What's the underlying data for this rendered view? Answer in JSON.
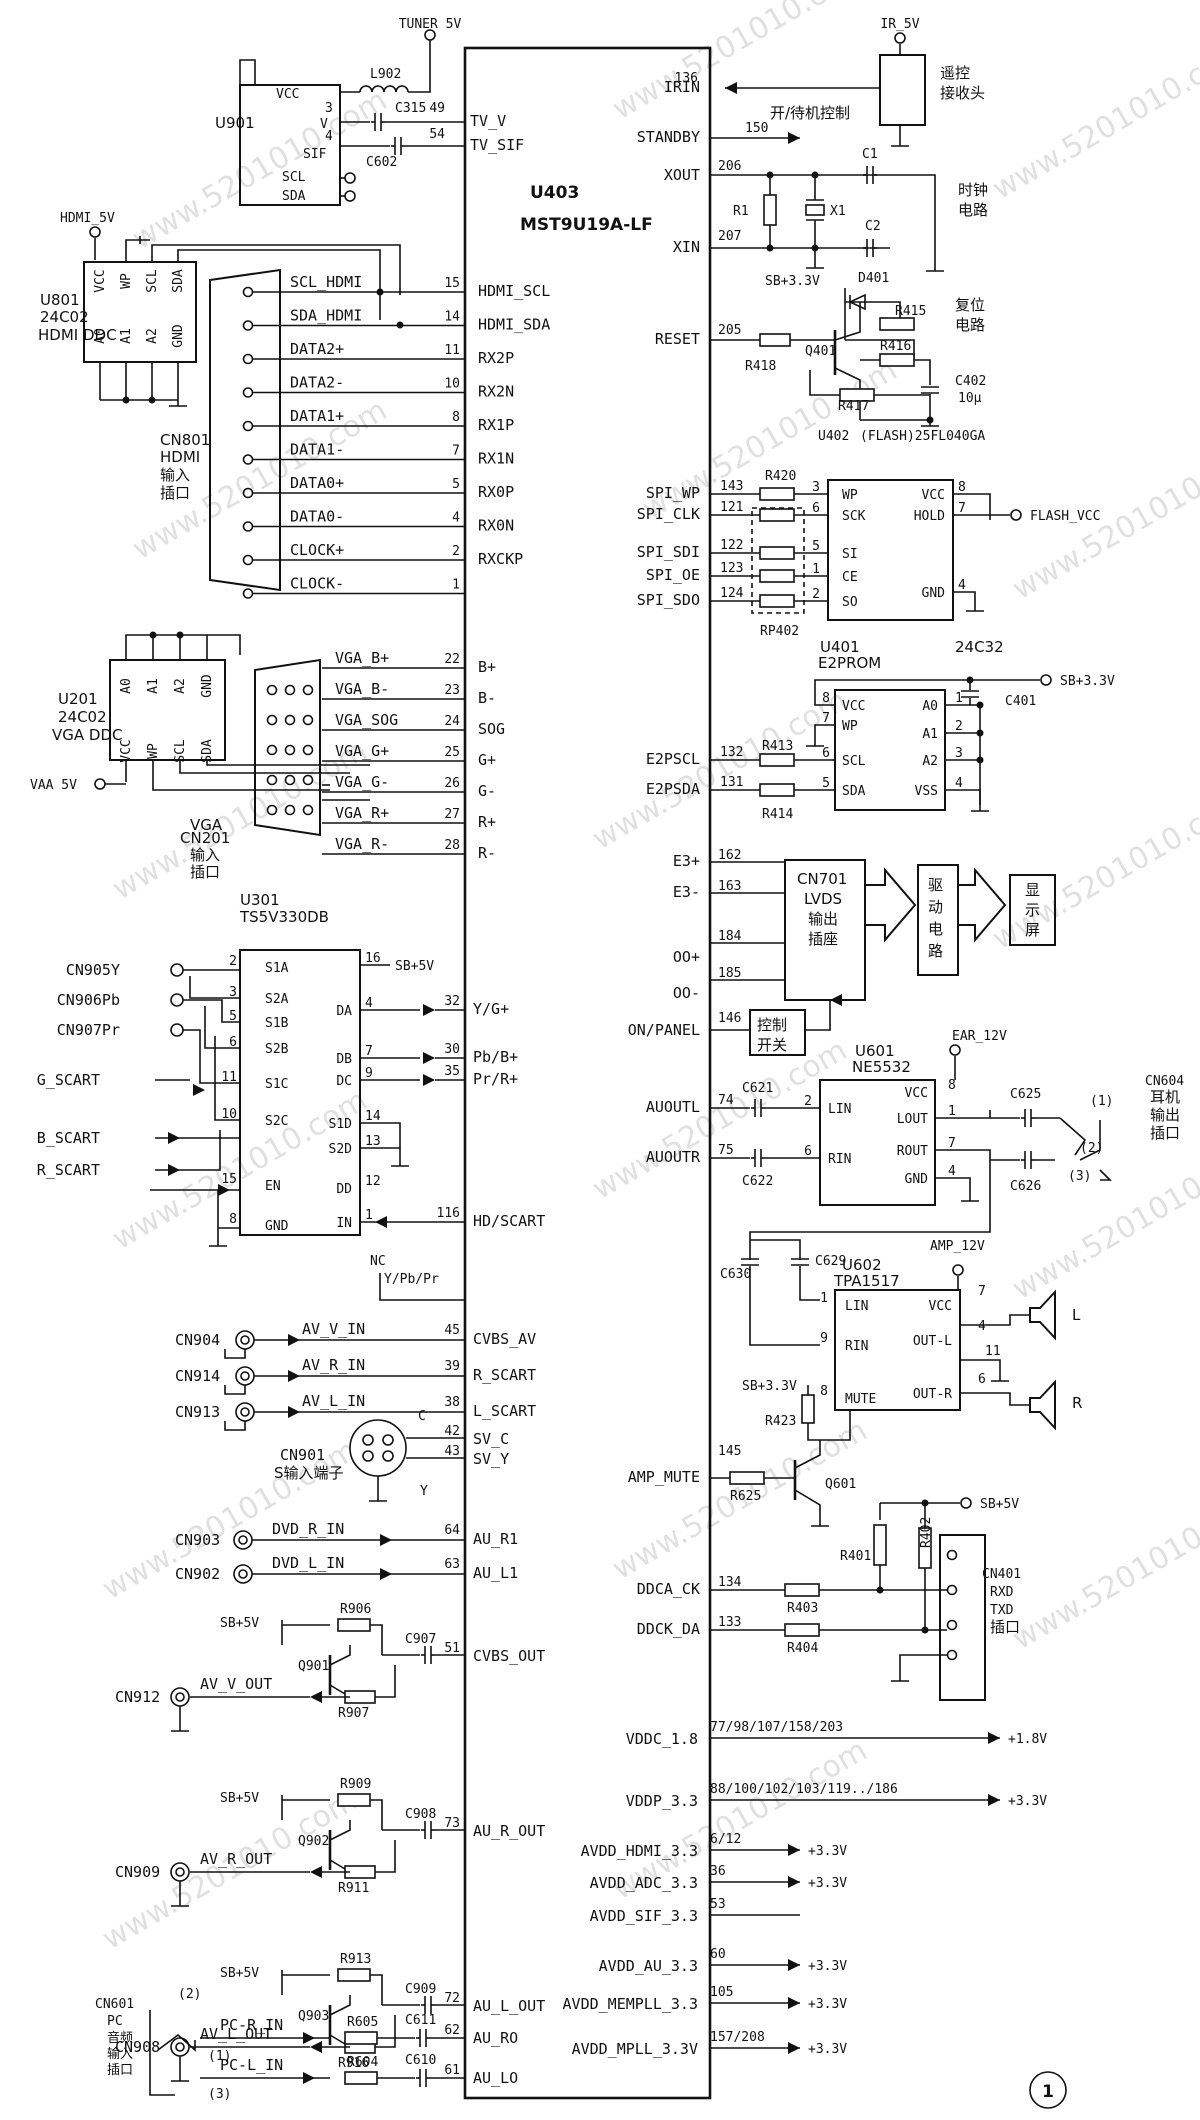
{
  "chip": {
    "ref": "U403",
    "part": "MST9U19A-LF"
  },
  "power_labels": {
    "tuner_5v": "TUNER 5V",
    "ir_5v": "IR_5V",
    "hdmi_5v": "HDMI_5V",
    "vaa_5v": "VAA 5V",
    "sb33_a": "SB+3.3V",
    "sb33_b": "SB+3.3V",
    "sb33_c": "SB+3.3V",
    "sb5v_a": "SB+5V",
    "sb5v_b": "SB+5V",
    "sb5v_c": "SB+5V",
    "sb5v_d": "SB+5V",
    "sb5v_e": "SB+5V",
    "ear12": "EAR_12V",
    "amp12": "AMP_12V",
    "flash_vcc": "FLASH_VCC"
  },
  "tuner": {
    "ref": "U901",
    "l": "L902",
    "c1": "C315",
    "c2": "C602",
    "pins": [
      "VCC",
      "V",
      "SIF",
      "SCL",
      "SDA"
    ],
    "pin_nums": [
      "3",
      "4"
    ],
    "chip_pins": [
      {
        "num": "49",
        "name": "TV_V"
      },
      {
        "num": "54",
        "name": "TV_SIF"
      }
    ]
  },
  "ir": {
    "label": "遥控\n接收头",
    "l1": "遥控",
    "l2": "接收头",
    "pin_num": "136",
    "pin_name": "IRIN"
  },
  "standby": {
    "pin_num": "150",
    "pin_name": "STANDBY",
    "label": "开/待机控制"
  },
  "clock": {
    "pins": [
      {
        "num": "206",
        "name": "XOUT"
      },
      {
        "num": "207",
        "name": "XIN"
      }
    ],
    "r": "R1",
    "x": "X1",
    "c1": "C1",
    "c2": "C2",
    "label1": "时钟",
    "label2": "电路"
  },
  "reset": {
    "pin_num": "205",
    "pin_name": "RESET",
    "d": "D401",
    "r1": "R415",
    "r2": "R416",
    "r3": "R417",
    "r4": "R418",
    "q": "Q401",
    "c": "C402",
    "c_val": "10μ",
    "label1": "复位",
    "label2": "电路"
  },
  "flash": {
    "ref": "U402",
    "part": "(FLASH)25FL040GA",
    "rp": "RP402",
    "r": "R420",
    "pins": [
      {
        "num": "143",
        "name": "SPI_WP",
        "cpin": "3",
        "cname": "WP"
      },
      {
        "num": "121",
        "name": "SPI_CLK",
        "cpin": "6",
        "cname": "SCK"
      },
      {
        "num": "122",
        "name": "SPI_SDI",
        "cpin": "5",
        "cname": "SI"
      },
      {
        "num": "123",
        "name": "SPI_OE",
        "cpin": "1",
        "cname": "CE"
      },
      {
        "num": "124",
        "name": "SPI_SDO",
        "cpin": "2",
        "cname": "SO"
      }
    ],
    "right": [
      {
        "num": "8",
        "name": "VCC"
      },
      {
        "num": "7",
        "name": "HOLD"
      },
      {
        "num": "4",
        "name": "GND"
      }
    ]
  },
  "eeprom": {
    "ref": "U401",
    "part1": "E2PROM",
    "part2": "24C32",
    "c": "C401",
    "r1": "R413",
    "r2": "R414",
    "left": [
      {
        "num": "8",
        "name": "VCC"
      },
      {
        "num": "7",
        "name": "WP"
      },
      {
        "num": "6",
        "name": "SCL"
      },
      {
        "num": "5",
        "name": "SDA"
      }
    ],
    "right": [
      {
        "num": "1",
        "name": "A0"
      },
      {
        "num": "2",
        "name": "A1"
      },
      {
        "num": "3",
        "name": "A2"
      },
      {
        "num": "4",
        "name": "VSS"
      }
    ],
    "chip_pins": [
      {
        "num": "132",
        "name": "E2PSCL"
      },
      {
        "num": "131",
        "name": "E2PSDA"
      }
    ]
  },
  "lvds": {
    "pins": [
      {
        "num": "162",
        "name": "E3+"
      },
      {
        "num": "163",
        "name": "E3-"
      },
      {
        "num": "184",
        "name": ""
      },
      {
        "num": "185",
        "name": ""
      }
    ],
    "oo_plus": "OO+",
    "oo_minus": "OO-",
    "conn": "CN701",
    "conn_l1": "LVDS",
    "conn_l2": "输出",
    "conn_l3": "插座",
    "drv1": "驱",
    "drv2": "动",
    "drv3": "电",
    "drv4": "路",
    "disp1": "显",
    "disp2": "示",
    "disp3": "屏",
    "panel_pin": "146",
    "panel_name": "ON/PANEL",
    "ctrl1": "控制",
    "ctrl2": "开关"
  },
  "hp_amp": {
    "ref": "U601",
    "part": "NE5532",
    "c1": "C621",
    "c2": "C622",
    "c3": "C625",
    "c4": "C626",
    "pins_in": [
      {
        "num": "74",
        "name": "AUOUTL"
      },
      {
        "num": "75",
        "name": "AUOUTR"
      }
    ],
    "left": [
      {
        "num": "2",
        "name": "LIN"
      },
      {
        "num": "6",
        "name": "RIN"
      }
    ],
    "right": [
      {
        "num": "8",
        "name": "VCC"
      },
      {
        "num": "1",
        "name": "LOUT"
      },
      {
        "num": "7",
        "name": "ROUT"
      },
      {
        "num": "4",
        "name": "GND"
      }
    ],
    "jack": "CN604",
    "jack_l1": "耳机",
    "jack_l2": "输出",
    "jack_l3": "插口",
    "j1": "(1)",
    "j2": "(2)",
    "j3": "(3)"
  },
  "spk_amp": {
    "ref": "U602",
    "part": "TPA1517",
    "c1": "C630",
    "c2": "C629",
    "r": "R423",
    "r2": "R625",
    "q": "Q601",
    "left": [
      {
        "num": "1",
        "name": "LIN"
      },
      {
        "num": "9",
        "name": "RIN"
      },
      {
        "num": "8",
        "name": "MUTE"
      }
    ],
    "right": [
      {
        "num": "7",
        "name": "VCC"
      },
      {
        "num": "4",
        "name": "OUT-L"
      },
      {
        "num": "6",
        "name": "OUT-R"
      }
    ],
    "pin11": "11",
    "spk_l": "L",
    "spk_r": "R",
    "mute_pin": "145",
    "mute_name": "AMP_MUTE"
  },
  "debug": {
    "pins": [
      {
        "num": "134",
        "name": "DDCA_CK"
      },
      {
        "num": "133",
        "name": "DDCK_DA"
      }
    ],
    "r1": "R401",
    "r2": "R402",
    "r3": "R403",
    "r4": "R404",
    "conn": "CN401",
    "l1": "RXD",
    "l2": "TXD",
    "l3": "插口"
  },
  "power": [
    {
      "name": "VDDC_1.8",
      "pins": "77/98/107/158/203",
      "v": "+1.8V"
    },
    {
      "name": "VDDP_3.3",
      "pins": "88/100/102/103/119../186",
      "v": "+3.3V"
    },
    {
      "name": "AVDD_HDMI_3.3",
      "pins": "6/12",
      "v": "+3.3V"
    },
    {
      "name": "AVDD_ADC_3.3",
      "pins": "36",
      "v": "+3.3V"
    },
    {
      "name": "AVDD_SIF_3.3",
      "pins": "53",
      "v": ""
    },
    {
      "name": "AVDD_AU_3.3",
      "pins": "60",
      "v": "+3.3V"
    },
    {
      "name": "AVDD_MEMPLL_3.3",
      "pins": "105",
      "v": "+3.3V"
    },
    {
      "name": "AVDD_MPLL_3.3V",
      "pins": "157/208",
      "v": "+3.3V"
    }
  ],
  "hdmi": {
    "ddc_ref": "U801",
    "ddc_part": "24C02",
    "ddc_label": "HDMI DDC",
    "ddc_top": [
      "VCC",
      "WP",
      "SCL",
      "SDA"
    ],
    "ddc_bot": [
      "A0",
      "A1",
      "A2",
      "GND"
    ],
    "conn": "CN801",
    "conn_l1": "HDMI",
    "conn_l2": "输入",
    "conn_l3": "插口",
    "signals": [
      {
        "sig": "SCL_HDMI",
        "num": "15",
        "pin": "HDMI_SCL"
      },
      {
        "sig": "SDA_HDMI",
        "num": "14",
        "pin": "HDMI_SDA"
      },
      {
        "sig": "DATA2+",
        "num": "11",
        "pin": "RX2P"
      },
      {
        "sig": "DATA2-",
        "num": "10",
        "pin": "RX2N"
      },
      {
        "sig": "DATA1+",
        "num": "8",
        "pin": "RX1P"
      },
      {
        "sig": "DATA1-",
        "num": "7",
        "pin": "RX1N"
      },
      {
        "sig": "DATA0+",
        "num": "5",
        "pin": "RX0P"
      },
      {
        "sig": "DATA0-",
        "num": "4",
        "pin": "RX0N"
      },
      {
        "sig": "CLOCK+",
        "num": "2",
        "pin": "RXCKP"
      },
      {
        "sig": "CLOCK-",
        "num": "1",
        "pin": ""
      }
    ]
  },
  "vga": {
    "ddc_ref": "U201",
    "ddc_part": "24C02",
    "ddc_label": "VGA DDC",
    "ddc_top": [
      "A0",
      "A1",
      "A2",
      "GND"
    ],
    "ddc_bot": [
      "VCC",
      "WP",
      "SCL",
      "SDA"
    ],
    "conn": "CN201",
    "conn_l1": "VGA",
    "conn_l2": "输入",
    "conn_l3": "插口",
    "signals": [
      {
        "sig": "VGA_B+",
        "num": "22",
        "pin": "B+"
      },
      {
        "sig": "VGA_B-",
        "num": "23",
        "pin": "B-"
      },
      {
        "sig": "VGA_SOG",
        "num": "24",
        "pin": "SOG"
      },
      {
        "sig": "VGA_G+",
        "num": "25",
        "pin": "G+"
      },
      {
        "sig": "VGA_G-",
        "num": "26",
        "pin": "G-"
      },
      {
        "sig": "VGA_R+",
        "num": "27",
        "pin": "R+"
      },
      {
        "sig": "VGA_R-",
        "num": "28",
        "pin": "R-"
      }
    ]
  },
  "switch": {
    "ref": "U301",
    "part": "TS5V330DB",
    "left": [
      {
        "num": "2",
        "name": "S1A"
      },
      {
        "num": "3",
        "name": "S2A"
      },
      {
        "num": "5",
        "name": "S1B"
      },
      {
        "num": "6",
        "name": "S2B"
      },
      {
        "num": "11",
        "name": "S1C"
      },
      {
        "num": "10",
        "name": "S2C"
      },
      {
        "num": "15",
        "name": "EN"
      },
      {
        "num": "8",
        "name": "GND"
      }
    ],
    "right": [
      {
        "num": "16",
        "name": ""
      },
      {
        "num": "4",
        "name": "DA"
      },
      {
        "num": "7",
        "name": "DB"
      },
      {
        "num": "9",
        "name": "DC"
      },
      {
        "num": "14",
        "name": "S1D"
      },
      {
        "num": "13",
        "name": "S2D"
      },
      {
        "num": "12",
        "name": "DD"
      },
      {
        "num": "1",
        "name": "IN"
      }
    ],
    "inputs": [
      "CN905Y",
      "CN906Pb",
      "CN907Pr",
      "G_SCART",
      "B_SCART",
      "R_SCART"
    ],
    "chip_pins": [
      {
        "num": "32",
        "name": "Y/G+"
      },
      {
        "num": "30",
        "name": "Pb/B+"
      },
      {
        "num": "35",
        "name": "Pr/R+"
      },
      {
        "num": "116",
        "name": "HD/SCART"
      }
    ],
    "nc": "NC",
    "ypbpr": "Y/Pb/Pr"
  },
  "av_in": [
    {
      "conn": "CN904",
      "sig": "AV_V_IN",
      "num": "45",
      "pin": "CVBS_AV"
    },
    {
      "conn": "CN914",
      "sig": "AV_R_IN",
      "num": "39",
      "pin": "R_SCART"
    },
    {
      "conn": "CN913",
      "sig": "AV_L_IN",
      "num": "38",
      "pin": "L_SCART"
    }
  ],
  "svideo": {
    "conn": "CN901",
    "label": "S输入端子",
    "c": "C",
    "y": "Y",
    "pins": [
      {
        "num": "42",
        "name": "SV_C"
      },
      {
        "num": "43",
        "name": "SV_Y"
      }
    ]
  },
  "dvd": [
    {
      "conn": "CN903",
      "sig": "DVD_R_IN",
      "num": "64",
      "pin": "AU_R1"
    },
    {
      "conn": "CN902",
      "sig": "DVD_L_IN",
      "num": "63",
      "pin": "AU_L1"
    }
  ],
  "outputs": [
    {
      "conn": "CN912",
      "sig": "AV_V_OUT",
      "q": "Q901",
      "r1": "R906",
      "r2": "R907",
      "c": "C907",
      "num": "51",
      "pin": "CVBS_OUT"
    },
    {
      "conn": "CN909",
      "sig": "AV_R_OUT",
      "q": "Q902",
      "r1": "R909",
      "r2": "R911",
      "c": "C908",
      "num": "73",
      "pin": "AU_R_OUT"
    },
    {
      "conn": "CN908",
      "sig": "AV_L_OUT",
      "q": "Q903",
      "r1": "R913",
      "r2": "R916",
      "c": "C909",
      "num": "72",
      "pin": "AU_L_OUT"
    }
  ],
  "pc_audio": {
    "conn": "CN601",
    "l1": "PC",
    "l2": "音频",
    "l3": "输入",
    "l4": "插口",
    "p1": "(1)",
    "p2": "(2)",
    "p3": "(3)",
    "signals": [
      {
        "sig": "PC-R_IN",
        "r": "R605",
        "c": "C611",
        "num": "62",
        "pin": "AU_RO"
      },
      {
        "sig": "PC-L_IN",
        "r": "R604",
        "c": "C610",
        "num": "61",
        "pin": "AU_LO"
      }
    ]
  },
  "page_mark": "1"
}
